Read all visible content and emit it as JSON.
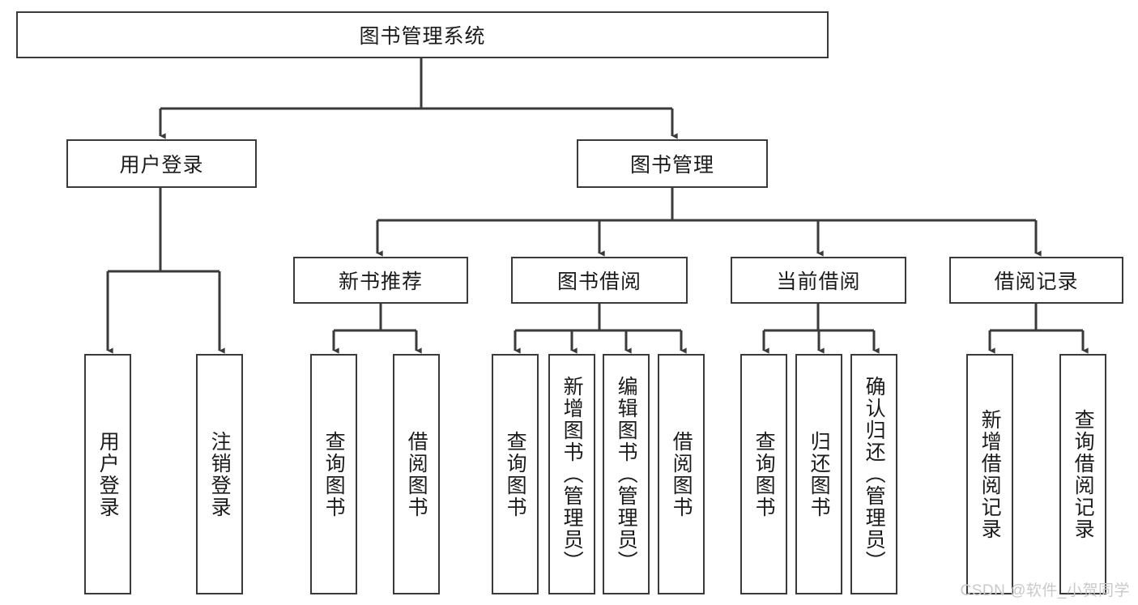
{
  "diagram": {
    "type": "tree-hierarchy",
    "title": "图书管理系统",
    "watermark": "CSDN @软件_小贺同学",
    "colors": {
      "stroke": "#3a3a3a",
      "background": "#ffffff",
      "text": "#1b1b1b",
      "watermark": "#c9c9c9"
    },
    "levels": [
      {
        "level": 1,
        "nodes": [
          {
            "id": "root",
            "label": "图书管理系统",
            "orientation": "horizontal"
          }
        ]
      },
      {
        "level": 2,
        "nodes": [
          {
            "id": "login",
            "label": "用户登录",
            "orientation": "horizontal",
            "parent": "root"
          },
          {
            "id": "bookmgmt",
            "label": "图书管理",
            "orientation": "horizontal",
            "parent": "root"
          }
        ]
      },
      {
        "level": 3,
        "nodes": [
          {
            "id": "newbook",
            "label": "新书推荐",
            "orientation": "horizontal",
            "parent": "bookmgmt"
          },
          {
            "id": "borrow",
            "label": "图书借阅",
            "orientation": "horizontal",
            "parent": "bookmgmt"
          },
          {
            "id": "current",
            "label": "当前借阅",
            "orientation": "horizontal",
            "parent": "bookmgmt"
          },
          {
            "id": "records",
            "label": "借阅记录",
            "orientation": "horizontal",
            "parent": "bookmgmt"
          }
        ]
      },
      {
        "level": 4,
        "nodes": [
          {
            "id": "leaf1",
            "label": "用户登录",
            "orientation": "vertical",
            "parent": "login"
          },
          {
            "id": "leaf2",
            "label": "注销登录",
            "orientation": "vertical",
            "parent": "login"
          },
          {
            "id": "leaf3",
            "label": "查询图书",
            "orientation": "vertical",
            "parent": "newbook"
          },
          {
            "id": "leaf4",
            "label": "借阅图书",
            "orientation": "vertical",
            "parent": "newbook"
          },
          {
            "id": "leaf5",
            "label": "查询图书",
            "orientation": "vertical",
            "parent": "borrow"
          },
          {
            "id": "leaf6",
            "label": "新增图书（管理员）",
            "orientation": "vertical",
            "parent": "borrow"
          },
          {
            "id": "leaf7",
            "label": "编辑图书（管理员）",
            "orientation": "vertical",
            "parent": "borrow"
          },
          {
            "id": "leaf8",
            "label": "借阅图书",
            "orientation": "vertical",
            "parent": "borrow"
          },
          {
            "id": "leaf9",
            "label": "查询图书",
            "orientation": "vertical",
            "parent": "current"
          },
          {
            "id": "leaf10",
            "label": "归还图书",
            "orientation": "vertical",
            "parent": "current"
          },
          {
            "id": "leaf11",
            "label": "确认归还（管理员）",
            "orientation": "vertical",
            "parent": "current"
          },
          {
            "id": "leaf12",
            "label": "新增借阅记录",
            "orientation": "vertical",
            "parent": "records"
          },
          {
            "id": "leaf13",
            "label": "查询借阅记录",
            "orientation": "vertical",
            "parent": "records"
          }
        ]
      }
    ]
  }
}
